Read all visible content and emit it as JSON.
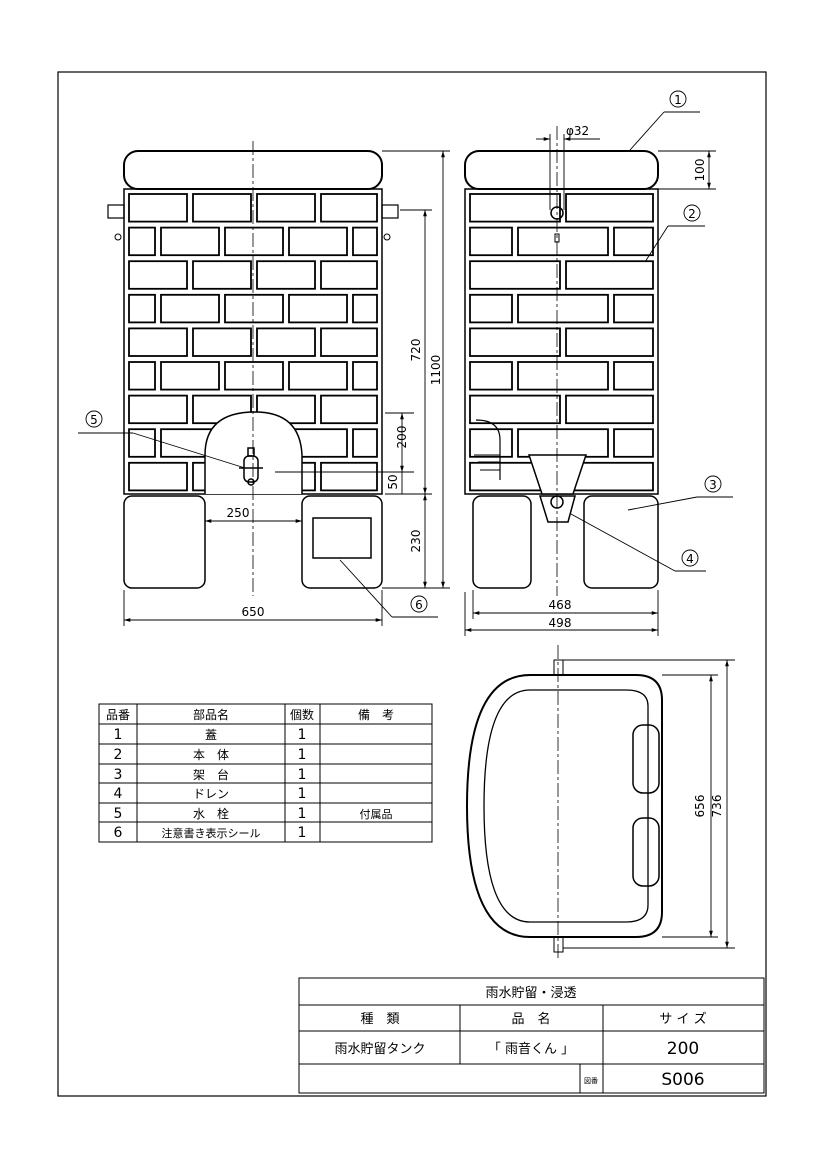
{
  "drawing": {
    "dimensions": {
      "cap_dia": "φ32",
      "cap_height": "100",
      "height_total": "1100",
      "height_body": "720",
      "tap_height": "200",
      "tap_offset": "50",
      "stand_height": "230",
      "tap_side": "250",
      "width_front": "650",
      "depth_inner": "468",
      "depth_outer": "498",
      "plan_inner": "656",
      "plan_outer": "736"
    },
    "callouts": [
      "1",
      "2",
      "3",
      "4",
      "5",
      "6"
    ]
  },
  "parts_table": {
    "headers": [
      "品番",
      "部品名",
      "個数",
      "備　考"
    ],
    "rows": [
      {
        "no": "1",
        "name": "蓋",
        "qty": "1",
        "note": ""
      },
      {
        "no": "2",
        "name": "本　体",
        "qty": "1",
        "note": ""
      },
      {
        "no": "3",
        "name": "架　台",
        "qty": "1",
        "note": ""
      },
      {
        "no": "4",
        "name": "ドレン",
        "qty": "1",
        "note": ""
      },
      {
        "no": "5",
        "name": "水　栓",
        "qty": "1",
        "note": "付属品"
      },
      {
        "no": "6",
        "name": "注意書き表示シール",
        "qty": "1",
        "note": ""
      }
    ]
  },
  "title_block": {
    "category_title": "雨水貯留・浸透",
    "type_label": "種　類",
    "name_label": "品　名",
    "size_label": "サ イ ズ",
    "type_value": "雨水貯留タンク",
    "name_value": "「 雨音くん 」",
    "size_value": "200",
    "drawing_no_label": "図番",
    "drawing_no": "S006"
  }
}
